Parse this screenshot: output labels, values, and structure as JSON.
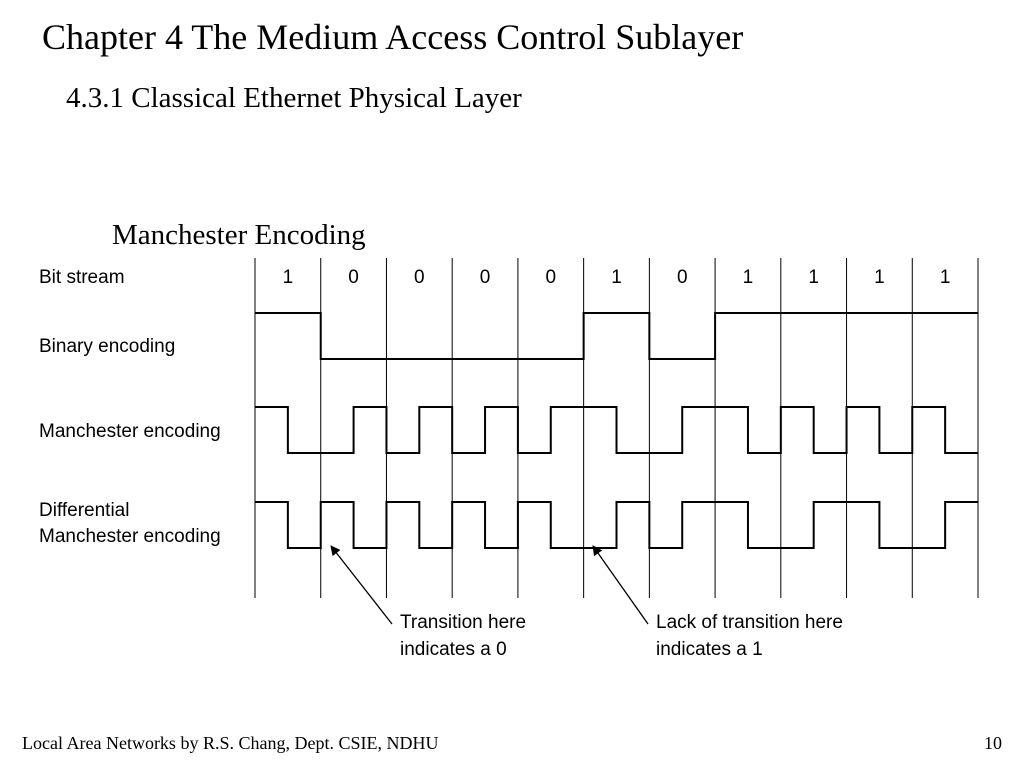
{
  "slide": {
    "title": "Chapter 4 The Medium Access Control Sublayer",
    "subtitle": "4.3.1 Classical Ethernet Physical Layer",
    "diagram_title": "Manchester Encoding",
    "footer_left": "Local Area Networks by R.S. Chang, Dept. CSIE, NDHU",
    "page_number": "10"
  },
  "diagram": {
    "row_labels": {
      "bit_stream": "Bit stream",
      "binary": "Binary encoding",
      "manchester": "Manchester encoding",
      "differential_line1": "Differential",
      "differential_line2": "Manchester encoding"
    },
    "bits": [
      "1",
      "0",
      "0",
      "0",
      "0",
      "1",
      "0",
      "1",
      "1",
      "1",
      "1"
    ],
    "differential_start_high": true,
    "annotations": [
      {
        "line1": "Transition here",
        "line2": "indicates a 0"
      },
      {
        "line1": "Lack of transition here",
        "line2": "indicates a 1"
      }
    ]
  }
}
